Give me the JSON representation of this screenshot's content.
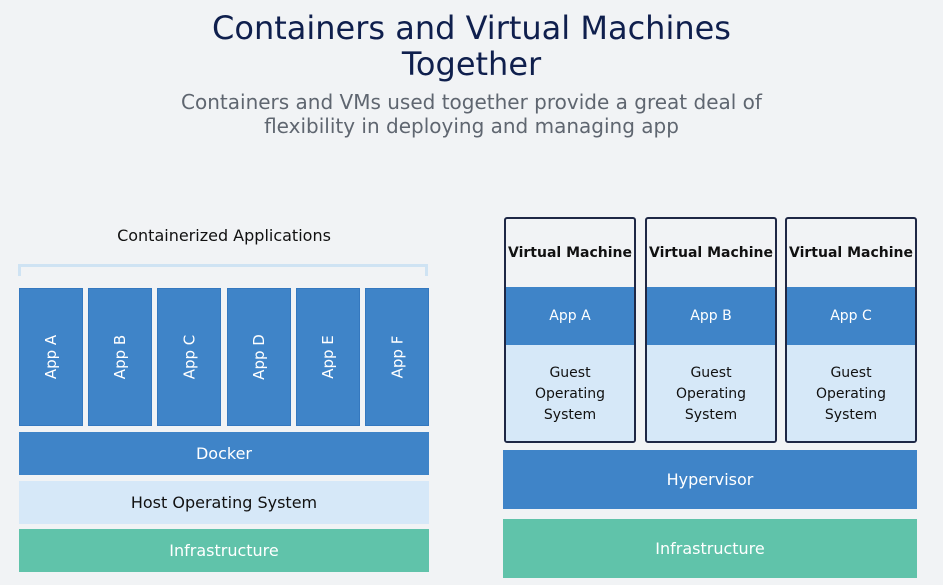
{
  "header": {
    "title_line1": "Containers and Virtual Machines",
    "title_line2": "Together",
    "subtitle_line1": "Containers and VMs used together provide a great deal of",
    "subtitle_line2": "flexibility in deploying and managing app"
  },
  "left": {
    "heading": "Containerized Applications",
    "apps": [
      "App A",
      "App B",
      "App C",
      "App D",
      "App E",
      "App F"
    ],
    "docker": "Docker",
    "host_os": "Host Operating System",
    "infrastructure": "Infrastructure"
  },
  "right": {
    "vms": [
      {
        "title": "Virtual Machine",
        "app": "App A",
        "os": [
          "Guest",
          "Operating",
          "System"
        ]
      },
      {
        "title": "Virtual Machine",
        "app": "App B",
        "os": [
          "Guest",
          "Operating",
          "System"
        ]
      },
      {
        "title": "Virtual Machine",
        "app": "App C",
        "os": [
          "Guest",
          "Operating",
          "System"
        ]
      }
    ],
    "hypervisor": "Hypervisor",
    "infrastructure": "Infrastructure"
  },
  "colors": {
    "title": "#0f1f4d",
    "app_blue": "#3f84c8",
    "light_blue": "#d6e8f8",
    "green": "#60c3aa",
    "vm_border": "#1e2745"
  }
}
